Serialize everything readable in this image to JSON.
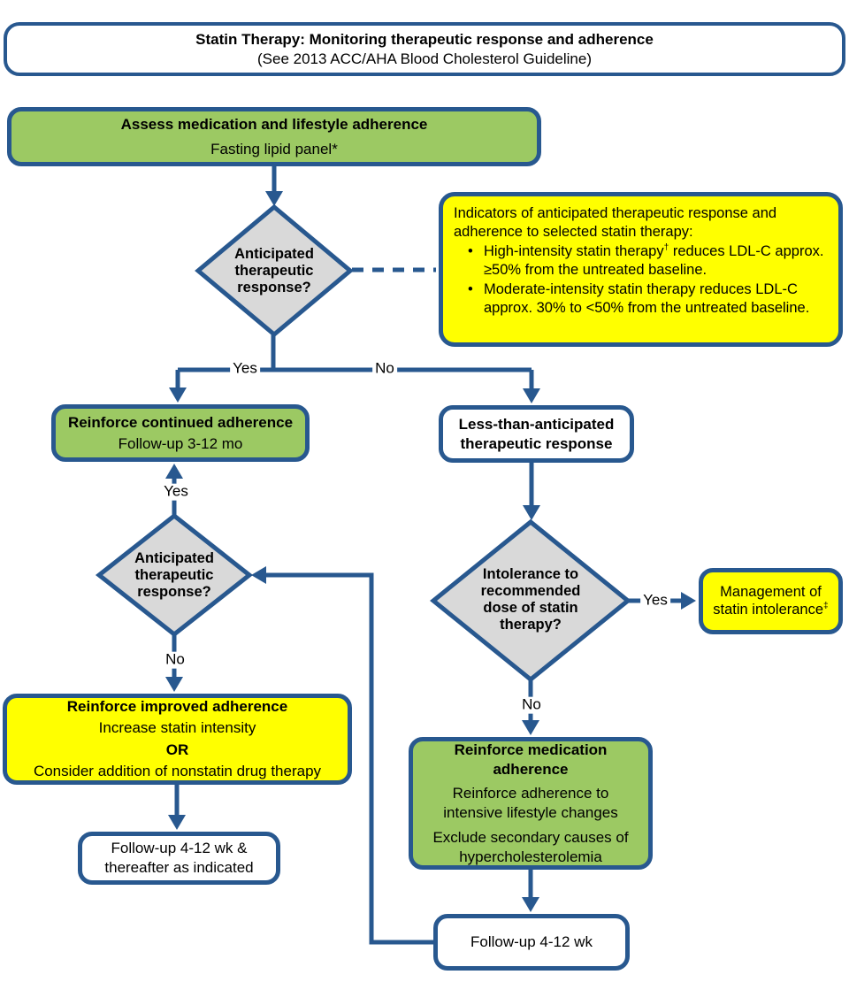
{
  "header": {
    "title": "Statin Therapy: Monitoring therapeutic response and adherence",
    "subtitle": "(See 2013 ACC/AHA Blood Cholesterol Guideline)"
  },
  "assess_box": {
    "title": "Assess medication and lifestyle adherence",
    "subtitle": "Fasting lipid panel*"
  },
  "decision_top": {
    "question": "Anticipated therapeutic response?"
  },
  "info_box": {
    "intro": "Indicators of anticipated therapeutic response and adherence to selected statin therapy:",
    "bullet_glyph": "•",
    "bullet1": {
      "pre": "High-intensity statin therapy",
      "sup": "†",
      "post": " reduces LDL-C approx. ≥50% from the untreated baseline."
    },
    "bullet2": {
      "text": "Moderate-intensity statin therapy reduces LDL-C approx. 30% to <50% from the untreated baseline."
    }
  },
  "reinforce_continued_box": {
    "title": "Reinforce continued adherence",
    "subtitle": "Follow-up 3-12 mo"
  },
  "less_than_box": {
    "text": "Less-than-anticipated therapeutic response"
  },
  "decision_left": {
    "question": "Anticipated therapeutic response?"
  },
  "decision_right": {
    "question": "Intolerance to recommended dose of statin therapy?"
  },
  "management_box": {
    "text": "Management of statin intolerance",
    "sup": "‡"
  },
  "reinforce_improved_box": {
    "title": "Reinforce improved adherence",
    "line1": "Increase statin intensity",
    "connector": "OR",
    "line2": "Consider addition of nonstatin drug therapy"
  },
  "followup_left_box": {
    "text": "Follow-up 4-12 wk & thereafter as indicated"
  },
  "reinforce_medication_box": {
    "title": "Reinforce medication adherence",
    "line1": "Reinforce adherence to intensive lifestyle changes",
    "line2": "Exclude secondary causes of hypercholesterolemia"
  },
  "followup_bottom_box": {
    "text": "Follow-up 4-12 wk"
  },
  "edge_labels": {
    "yes_top": "Yes",
    "no_top": "No",
    "yes_left": "Yes",
    "no_left": "No",
    "yes_right": "Yes",
    "no_right": "No"
  },
  "colors": {
    "line_blue": "#28588F",
    "box_green": "#9CC963",
    "box_yellow": "#FFFF00",
    "diamond_gray": "#D9D9D9"
  }
}
